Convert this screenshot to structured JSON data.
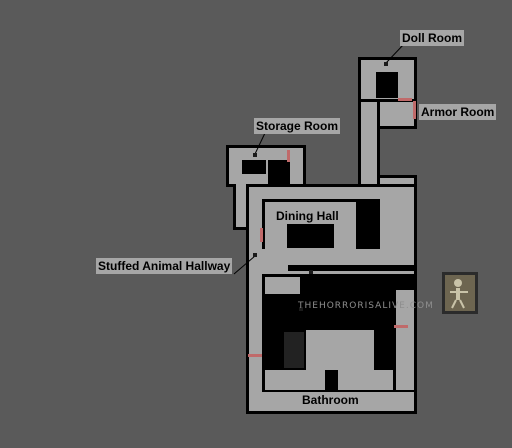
{
  "map": {
    "rooms": {
      "doll_room": "Doll Room",
      "armor_room": "Armor Room",
      "storage_room": "Storage Room",
      "dining_hall": "Dining Hall",
      "stuffed_animal_hallway": "Stuffed Animal Hallway",
      "bathroom": "Bathroom"
    },
    "watermark": "THEHORRORISALIVE.COM",
    "colors": {
      "background": "#5a5a5a",
      "wall": "#000000",
      "floor": "#a6a6a6",
      "door": "#c06a6a",
      "marker": "#1a1a1a"
    },
    "logo_icon": "skeleton-emblem-icon"
  }
}
